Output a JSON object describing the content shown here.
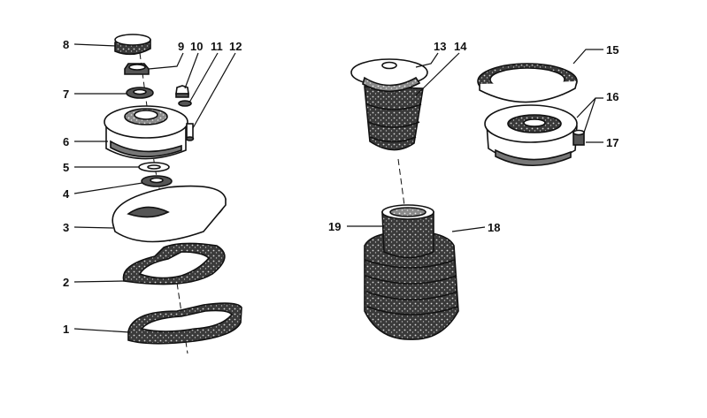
{
  "diagram": {
    "callouts": [
      "1",
      "2",
      "3",
      "4",
      "5",
      "6",
      "7",
      "8",
      "9",
      "10",
      "11",
      "12",
      "13",
      "14",
      "15",
      "16",
      "17",
      "18",
      "19"
    ],
    "ink_color": "#111111",
    "background_color": "#ffffff"
  }
}
